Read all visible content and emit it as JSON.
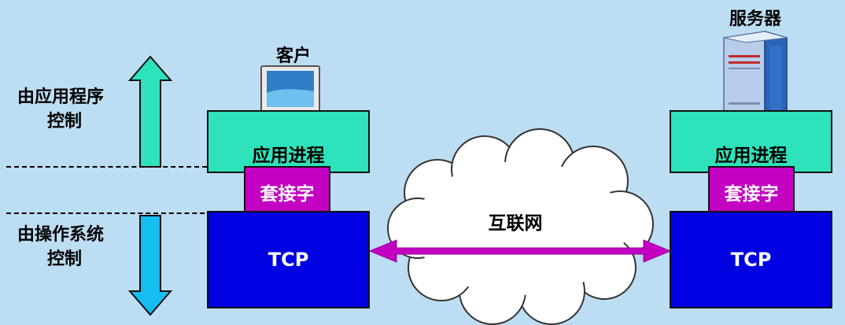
{
  "left_labels": {
    "app_control": [
      "由应用程序",
      "控制"
    ],
    "os_control": [
      "由操作系统",
      "控制"
    ]
  },
  "client": {
    "title": "客户",
    "app_process": "应用进程",
    "socket": "套接字",
    "tcp": "TCP"
  },
  "server": {
    "title": "服务器",
    "app_process": "应用进程",
    "socket": "套接字",
    "tcp": "TCP"
  },
  "network": {
    "label": "互联网"
  },
  "colors": {
    "background": "#bdddf2",
    "app_process": "#2ee3bb",
    "socket": "#c300c2",
    "tcp": "#0000e0",
    "arrow_up": "#2ee3bb",
    "arrow_down": "#16bdf0",
    "connection": "#c300c2"
  }
}
